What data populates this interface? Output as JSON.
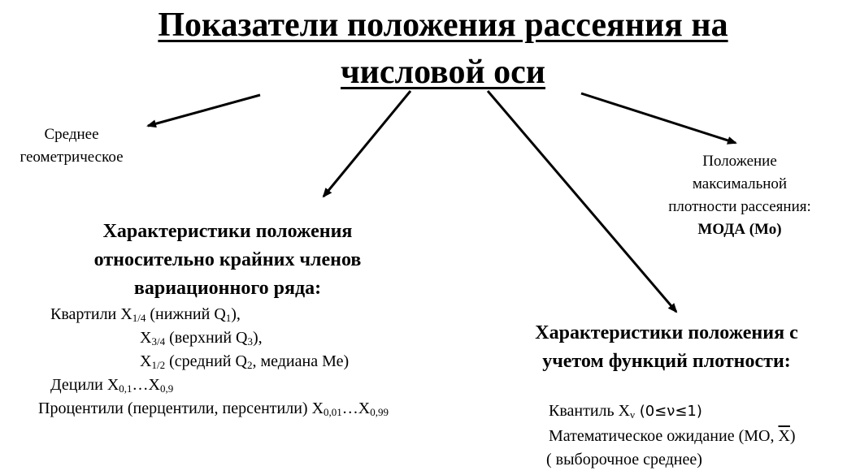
{
  "title": {
    "line1": "Показатели положения рассеяния на",
    "line2": "числовой оси"
  },
  "geometric_mean": {
    "line1": "Среднее",
    "line2": "геометрическое"
  },
  "mode": {
    "line1": "Положение",
    "line2": "максимальной",
    "line3": "плотности рассеяния:",
    "line4": "МОДА (Мо)"
  },
  "extreme_members": {
    "heading1": "Характеристики положения",
    "heading2": "относительно крайних членов",
    "heading3": "вариационного ряда:",
    "quartile_label": "Квартили X",
    "quartile_q1_sub": "1/4",
    "quartile_q1_text": " (нижний Q",
    "q1_index": "1",
    "q1_close": "),",
    "quartile_q3_prefix": "X",
    "quartile_q3_sub": "3/4",
    "quartile_q3_text": " (верхний   Q",
    "q3_index": "3",
    "q3_close": "),",
    "quartile_q2_prefix": "X",
    "quartile_q2_sub": "1/2",
    "quartile_q2_text": " (средний Q",
    "q2_index": "2",
    "q2_close": ", медиана Ме)",
    "decile_label": "Децили X",
    "decile_from_sub": "0,1",
    "decile_dots": "…X",
    "decile_to_sub": "0,9",
    "percentile_label": "Процентили (перцентили, персентили) X",
    "percentile_from_sub": "0,01",
    "percentile_dots": "…X",
    "percentile_to_sub": "0,99"
  },
  "density": {
    "heading1": "Характеристики положения с",
    "heading2": "учетом функций плотности:",
    "quantile_label": "Квантиль X",
    "quantile_sub": "ν",
    "quantile_range": " (0≤ν≤1)",
    "expectation_label": "Математическое ожидание (МО, ",
    "expectation_symbol": "X",
    "expectation_close": ")",
    "sample_mean": "( выборочное среднее)"
  }
}
